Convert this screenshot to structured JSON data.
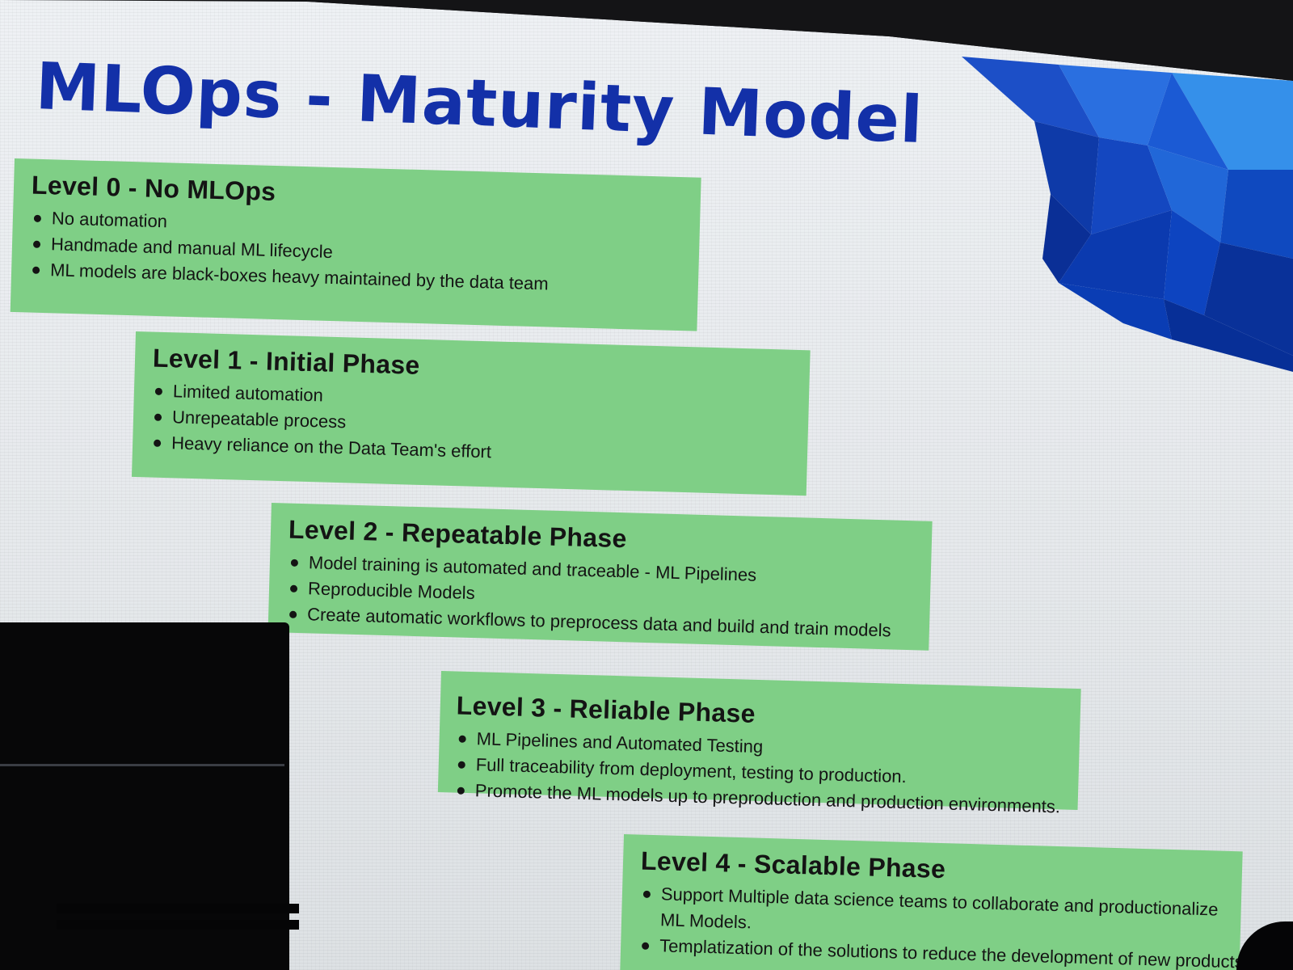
{
  "slide": {
    "title": "MLOps -  Maturity Model",
    "levels": [
      {
        "heading": "Level 0 - No MLOps",
        "bullets": [
          "No automation",
          "Handmade and manual ML lifecycle",
          "ML models are black-boxes heavy maintained by the data team"
        ]
      },
      {
        "heading": "Level 1 - Initial Phase",
        "bullets": [
          "Limited automation",
          "Unrepeatable process",
          "Heavy reliance on the Data Team's effort"
        ]
      },
      {
        "heading": "Level 2 - Repeatable Phase",
        "bullets": [
          "Model training is automated and traceable - ML Pipelines",
          "Reproducible Models",
          "Create automatic workflows to preprocess data and build and train models"
        ]
      },
      {
        "heading": "Level 3 - Reliable Phase",
        "bullets": [
          "ML Pipelines and Automated Testing",
          "Full traceability from deployment, testing to production.",
          "Promote the ML models up to preproduction and production environments."
        ]
      },
      {
        "heading": "Level 4 - Scalable Phase",
        "bullets": [
          "Support Multiple data science teams to collaborate and productionalize ML Models.",
          "Templatization of the solutions to reduce the development of new products"
        ]
      }
    ]
  },
  "colors": {
    "title": "#1330a8",
    "box_fill": "#7fcf86",
    "accent_blue": "#0b3fb8",
    "screen_background": "#eef1f4"
  }
}
